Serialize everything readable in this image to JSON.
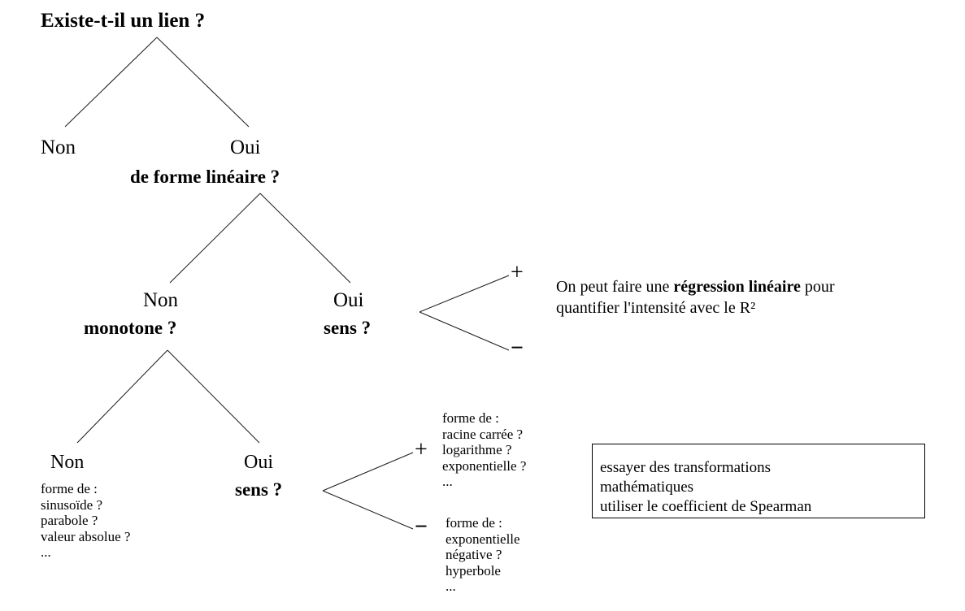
{
  "diagram": {
    "title": "Existe-t-il un lien ?",
    "language": "fr",
    "level1": {
      "question": "Existe-t-il un lien ?",
      "answer_no": "Non",
      "answer_yes": "Oui",
      "next_question": "de forme linéaire ?"
    },
    "level2": {
      "question": "de forme linéaire ?",
      "answer_no": "Non",
      "answer_no_question": "monotone ?",
      "answer_yes": "Oui",
      "answer_yes_question": "sens ?"
    },
    "level3": {
      "question": "monotone ?",
      "answer_no": "Non",
      "answer_yes": "Oui",
      "answer_yes_question": "sens ?"
    },
    "signs": {
      "plus": "+",
      "minus": "−"
    },
    "linear_result": {
      "line1_prefix": "On peut faire une ",
      "line1_bold": "régression",
      "line2_bold": "linéaire",
      "line2_suffix": " pour quantifier l'intensité",
      "line3": "avec le R²"
    },
    "lists": {
      "non_monotone_forms": "forme de :\nsinusoïde ?\nparabole ?\nvaleur absolue ?\n...",
      "monotone_plus_forms": "forme de :\nracine carrée ?\nlogarithme ?\nexponentielle ?\n...",
      "monotone_minus_forms": "forme de :\nexponentielle\nnégative ?\nhyperbole\n..."
    },
    "advice_box": {
      "text": "essayer des transformations\nmathématiques\nutiliser le coefficient de Spearman"
    },
    "colors": {
      "text": "#000000",
      "line": "#1a1a1a",
      "background": "#ffffff",
      "box_border": "#000000"
    }
  }
}
